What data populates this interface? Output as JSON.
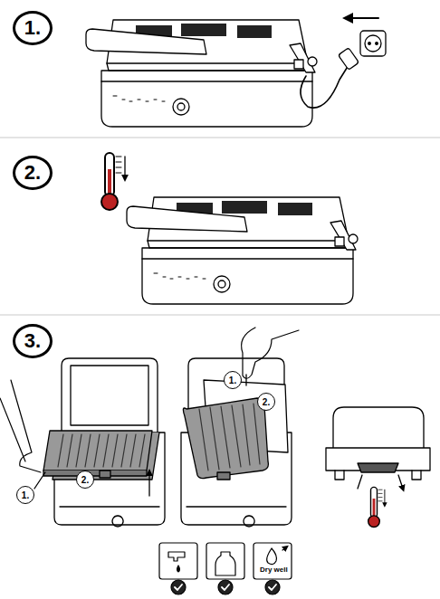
{
  "diagram": {
    "nodes": [
      {
        "text": [
          "1."
        ]
      },
      {
        "text": [
          "2."
        ]
      },
      {
        "text": [
          "3."
        ]
      },
      {
        "text": [
          "1."
        ]
      },
      {
        "text": [
          "2."
        ]
      },
      {
        "text": [
          "1."
        ]
      },
      {
        "text": [
          "2."
        ]
      }
    ],
    "labels": [
      "Dry well"
    ]
  }
}
